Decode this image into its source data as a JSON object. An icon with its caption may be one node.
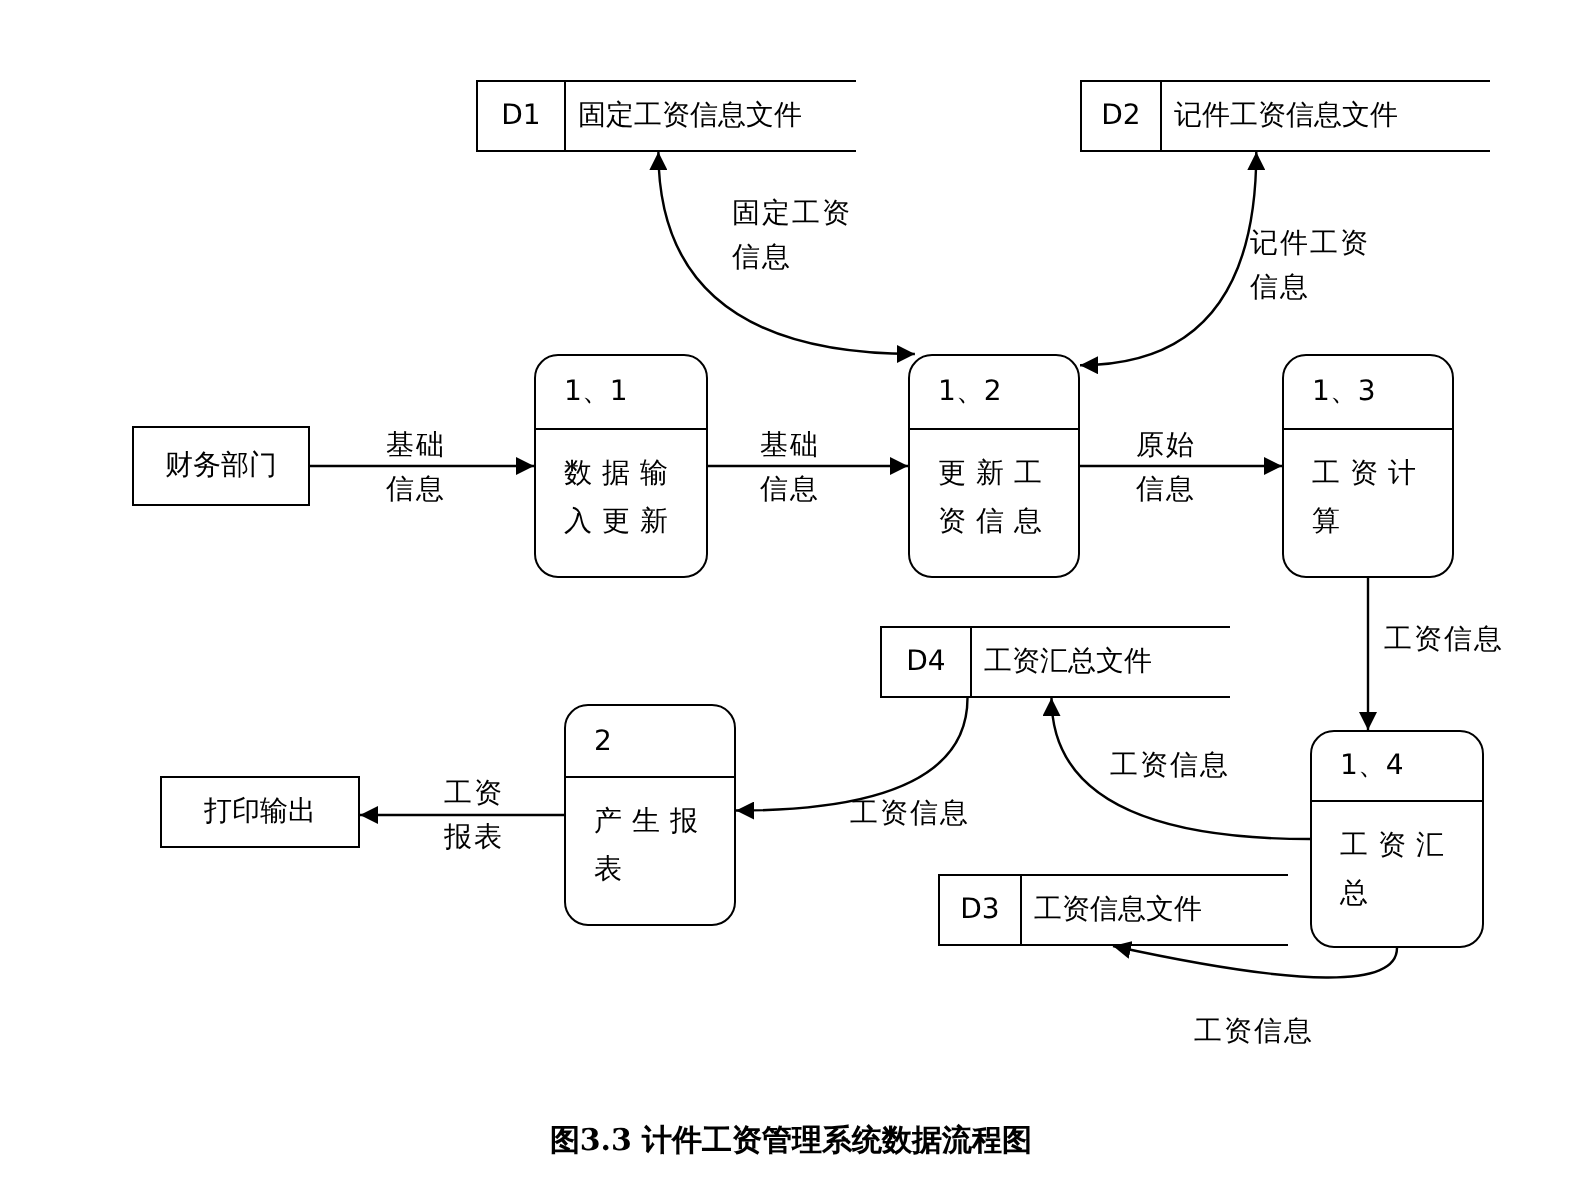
{
  "diagram": {
    "caption": "图3.3  计件工资管理系统数据流程图",
    "nodes": [
      {
        "text": [
          "D1",
          "固定工资信息文件"
        ]
      },
      {
        "text": [
          "D2",
          "记件工资信息文件"
        ]
      },
      {
        "text": [
          "财务部门"
        ]
      },
      {
        "text": [
          "1、1",
          "数据输入更新"
        ]
      },
      {
        "text": [
          "1、2",
          "更新工资信息"
        ]
      },
      {
        "text": [
          "1、3",
          "工资计算"
        ]
      },
      {
        "text": [
          "D4",
          "工资汇总文件"
        ]
      },
      {
        "text": [
          "2",
          "产生报表"
        ]
      },
      {
        "text": [
          "打印输出"
        ]
      },
      {
        "text": [
          "1、4",
          "工资汇总"
        ]
      },
      {
        "text": [
          "D3",
          "工资信息文件"
        ]
      }
    ],
    "edges": [
      {
        "from": 2,
        "to": 3,
        "arrow": "to",
        "label": "基础信息"
      },
      {
        "from": 3,
        "to": 4,
        "arrow": "to",
        "label": "基础信息"
      },
      {
        "from": 4,
        "to": 5,
        "arrow": "to",
        "label": "原始信息"
      },
      {
        "from": 0,
        "to": 4,
        "arrow": "both",
        "label": "固定工资信息"
      },
      {
        "from": 1,
        "to": 4,
        "arrow": "both",
        "label": "记件工资信息"
      },
      {
        "from": 5,
        "to": 9,
        "arrow": "to",
        "label": "工资信息"
      },
      {
        "from": 9,
        "to": 6,
        "arrow": "to",
        "label": "工资信息"
      },
      {
        "from": 6,
        "to": 7,
        "arrow": "to",
        "label": "工资信息"
      },
      {
        "from": 9,
        "to": 10,
        "arrow": "to",
        "label": "工资信息"
      },
      {
        "from": 7,
        "to": 8,
        "arrow": "to",
        "label": "工资报表"
      }
    ]
  }
}
